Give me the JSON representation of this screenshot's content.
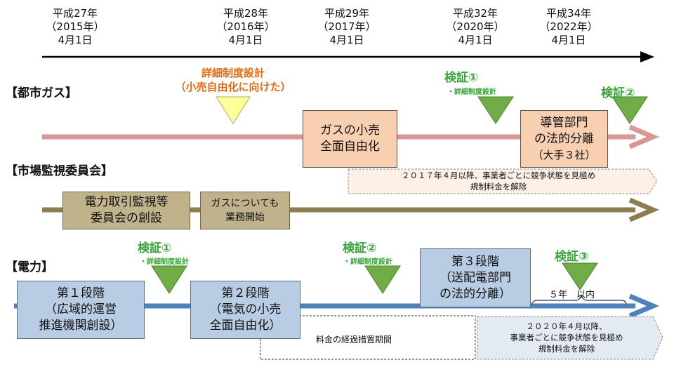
{
  "timeline": {
    "dates": [
      {
        "era": "平成27年",
        "year": "（2015年）",
        "day": "4月1日"
      },
      {
        "era": "平成28年",
        "year": "（2016年）",
        "day": "4月1日"
      },
      {
        "era": "平成29年",
        "year": "（2017年）",
        "day": "4月1日"
      },
      {
        "era": "平成32年",
        "year": "（2020年）",
        "day": "4月1日"
      },
      {
        "era": "平成34年",
        "year": "（2022年）",
        "day": "4月1日"
      }
    ]
  },
  "city_gas": {
    "heading": "【都市ガス】",
    "detail_design_line1": "詳細制度設計",
    "detail_design_line2": "（小売自由化に向けた）",
    "retail_box": {
      "line1": "ガスの小売",
      "line2": "全面自由化"
    },
    "pipeline_box": {
      "line1": "導管部門",
      "line2": "の法的分離",
      "line3": "（大手３社）"
    },
    "verify1": "検証①",
    "verify1_sub": "・詳細制度設計",
    "verify2": "検証②",
    "note": {
      "line1": "２０１７年４月以降、事業者ごとに競争状態を見極め",
      "line2": "規制料金を解除"
    },
    "color": "#d99694"
  },
  "market_committee": {
    "heading": "【市場監視委員会】",
    "box1": {
      "line1": "電力取引監視等",
      "line2": "委員会の創設"
    },
    "box2": {
      "line1": "ガスについても",
      "line2": "業務開始"
    },
    "color": "#8c7e4e"
  },
  "electricity": {
    "heading": "【電力】",
    "verify1": "検証①",
    "verify1_sub": "・詳細制度設計",
    "verify2": "検証②",
    "verify2_sub": "・詳細制度設計",
    "verify3": "検証③",
    "stage1": {
      "line1": "第１段階",
      "line2": "（広域的運営",
      "line3": "推進機関創設）"
    },
    "stage2": {
      "line1": "第２段階",
      "line2": "（電気の小売",
      "line3": "全面自由化）"
    },
    "stage3": {
      "line1": "第３段階",
      "line2": "（送配電部門",
      "line3": "の法的分離）"
    },
    "within_5": "５年　以内",
    "transition": "料金の経過措置期間",
    "note": {
      "line1": "２０２０年４月以降、",
      "line2": "事業者ごとに競争状態を見極め",
      "line3": "規制料金を解除"
    },
    "color": "#4f81bd"
  }
}
